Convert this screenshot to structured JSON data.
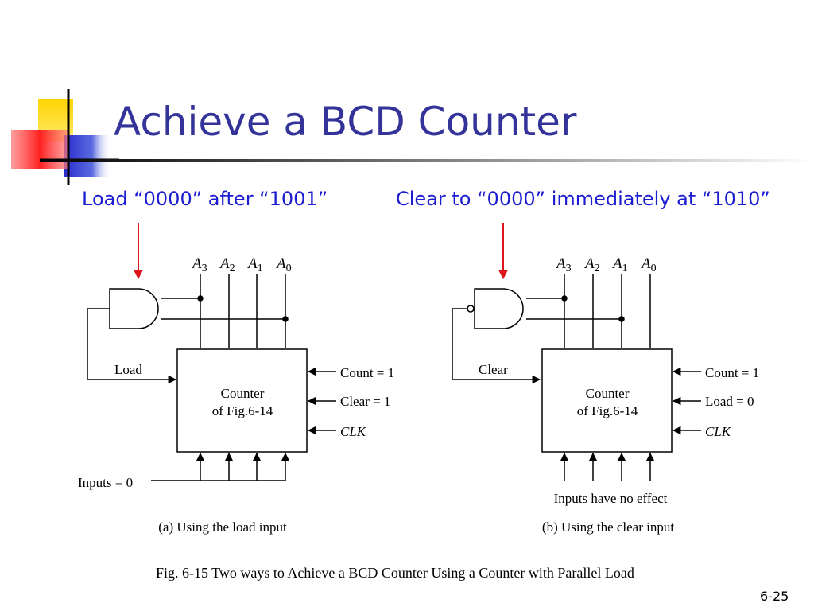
{
  "slide": {
    "title": "Achieve a BCD Counter",
    "page_number": "6-25",
    "left_heading": "Load “0000” after “1001”",
    "right_heading": "Clear to “0000” immediately at “1010”",
    "figure_caption": "Fig. 6-15  Two ways to Achieve a BCD Counter Using a Counter with Parallel Load"
  },
  "diagram_a": {
    "outputs": [
      "A3",
      "A2",
      "A1",
      "A0"
    ],
    "feedback_label": "Load",
    "counter_line1": "Counter",
    "counter_line2": "of Fig.6-14",
    "control_inputs": [
      "Count = 1",
      "Clear = 1",
      "CLK"
    ],
    "data_inputs_label": "Inputs = 0",
    "sub_caption": "(a) Using the load input"
  },
  "diagram_b": {
    "outputs": [
      "A3",
      "A2",
      "A1",
      "A0"
    ],
    "feedback_label": "Clear",
    "counter_line1": "Counter",
    "counter_line2": "of Fig.6-14",
    "control_inputs": [
      "Count = 1",
      "Load = 0",
      "CLK"
    ],
    "data_inputs_label": "Inputs have no effect",
    "sub_caption": "(b) Using the clear input"
  },
  "colors": {
    "title": "#333399",
    "heading": "#1c1cd1",
    "arrow": "#e0141c",
    "logo_yellow": "#ffcc00",
    "logo_blue": "#3333cc",
    "logo_red": "#ff3333"
  }
}
